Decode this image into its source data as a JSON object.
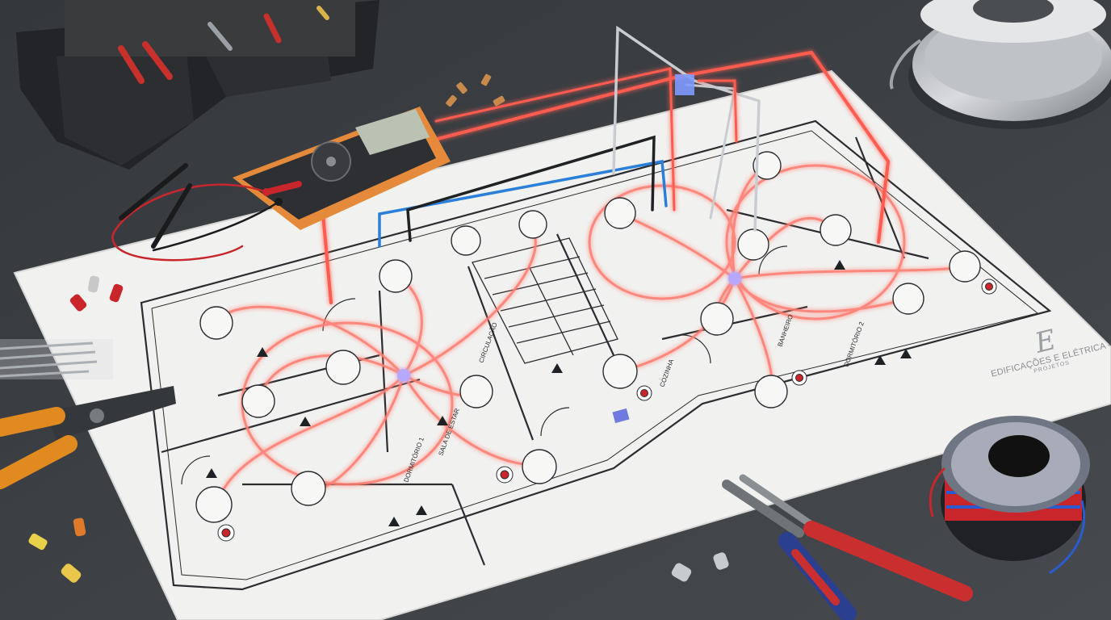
{
  "scene": {
    "description_text": "",
    "colors": {
      "table": "#3d4146",
      "paper": "#f1f1ef",
      "wire_red": "#ff4a3d",
      "wire_glow": "#ff9a8f",
      "wire_blue": "#2a7fd8",
      "wire_black": "#1f2225",
      "multimeter_body": "#e58a3a",
      "plier_handle_red": "#c92f2f",
      "plier_handle_blue": "#2a3f8f",
      "stripper_handle": "#e08a1f",
      "tool_bag": "#222427"
    }
  },
  "watermark": {
    "monogram": "E",
    "name": "EDIFICAÇÕES E ELÉTRICA - PROJ",
    "tagline": "PROJETOS"
  },
  "plan_labels": {
    "room_a": "DORMITÓRIO 1",
    "room_b": "SALA DE ESTAR",
    "room_c": "COZINHA",
    "room_d": "CIRCULAÇÃO",
    "room_e": "BANHEIRO",
    "room_f": "DORMITÓRIO 2"
  }
}
